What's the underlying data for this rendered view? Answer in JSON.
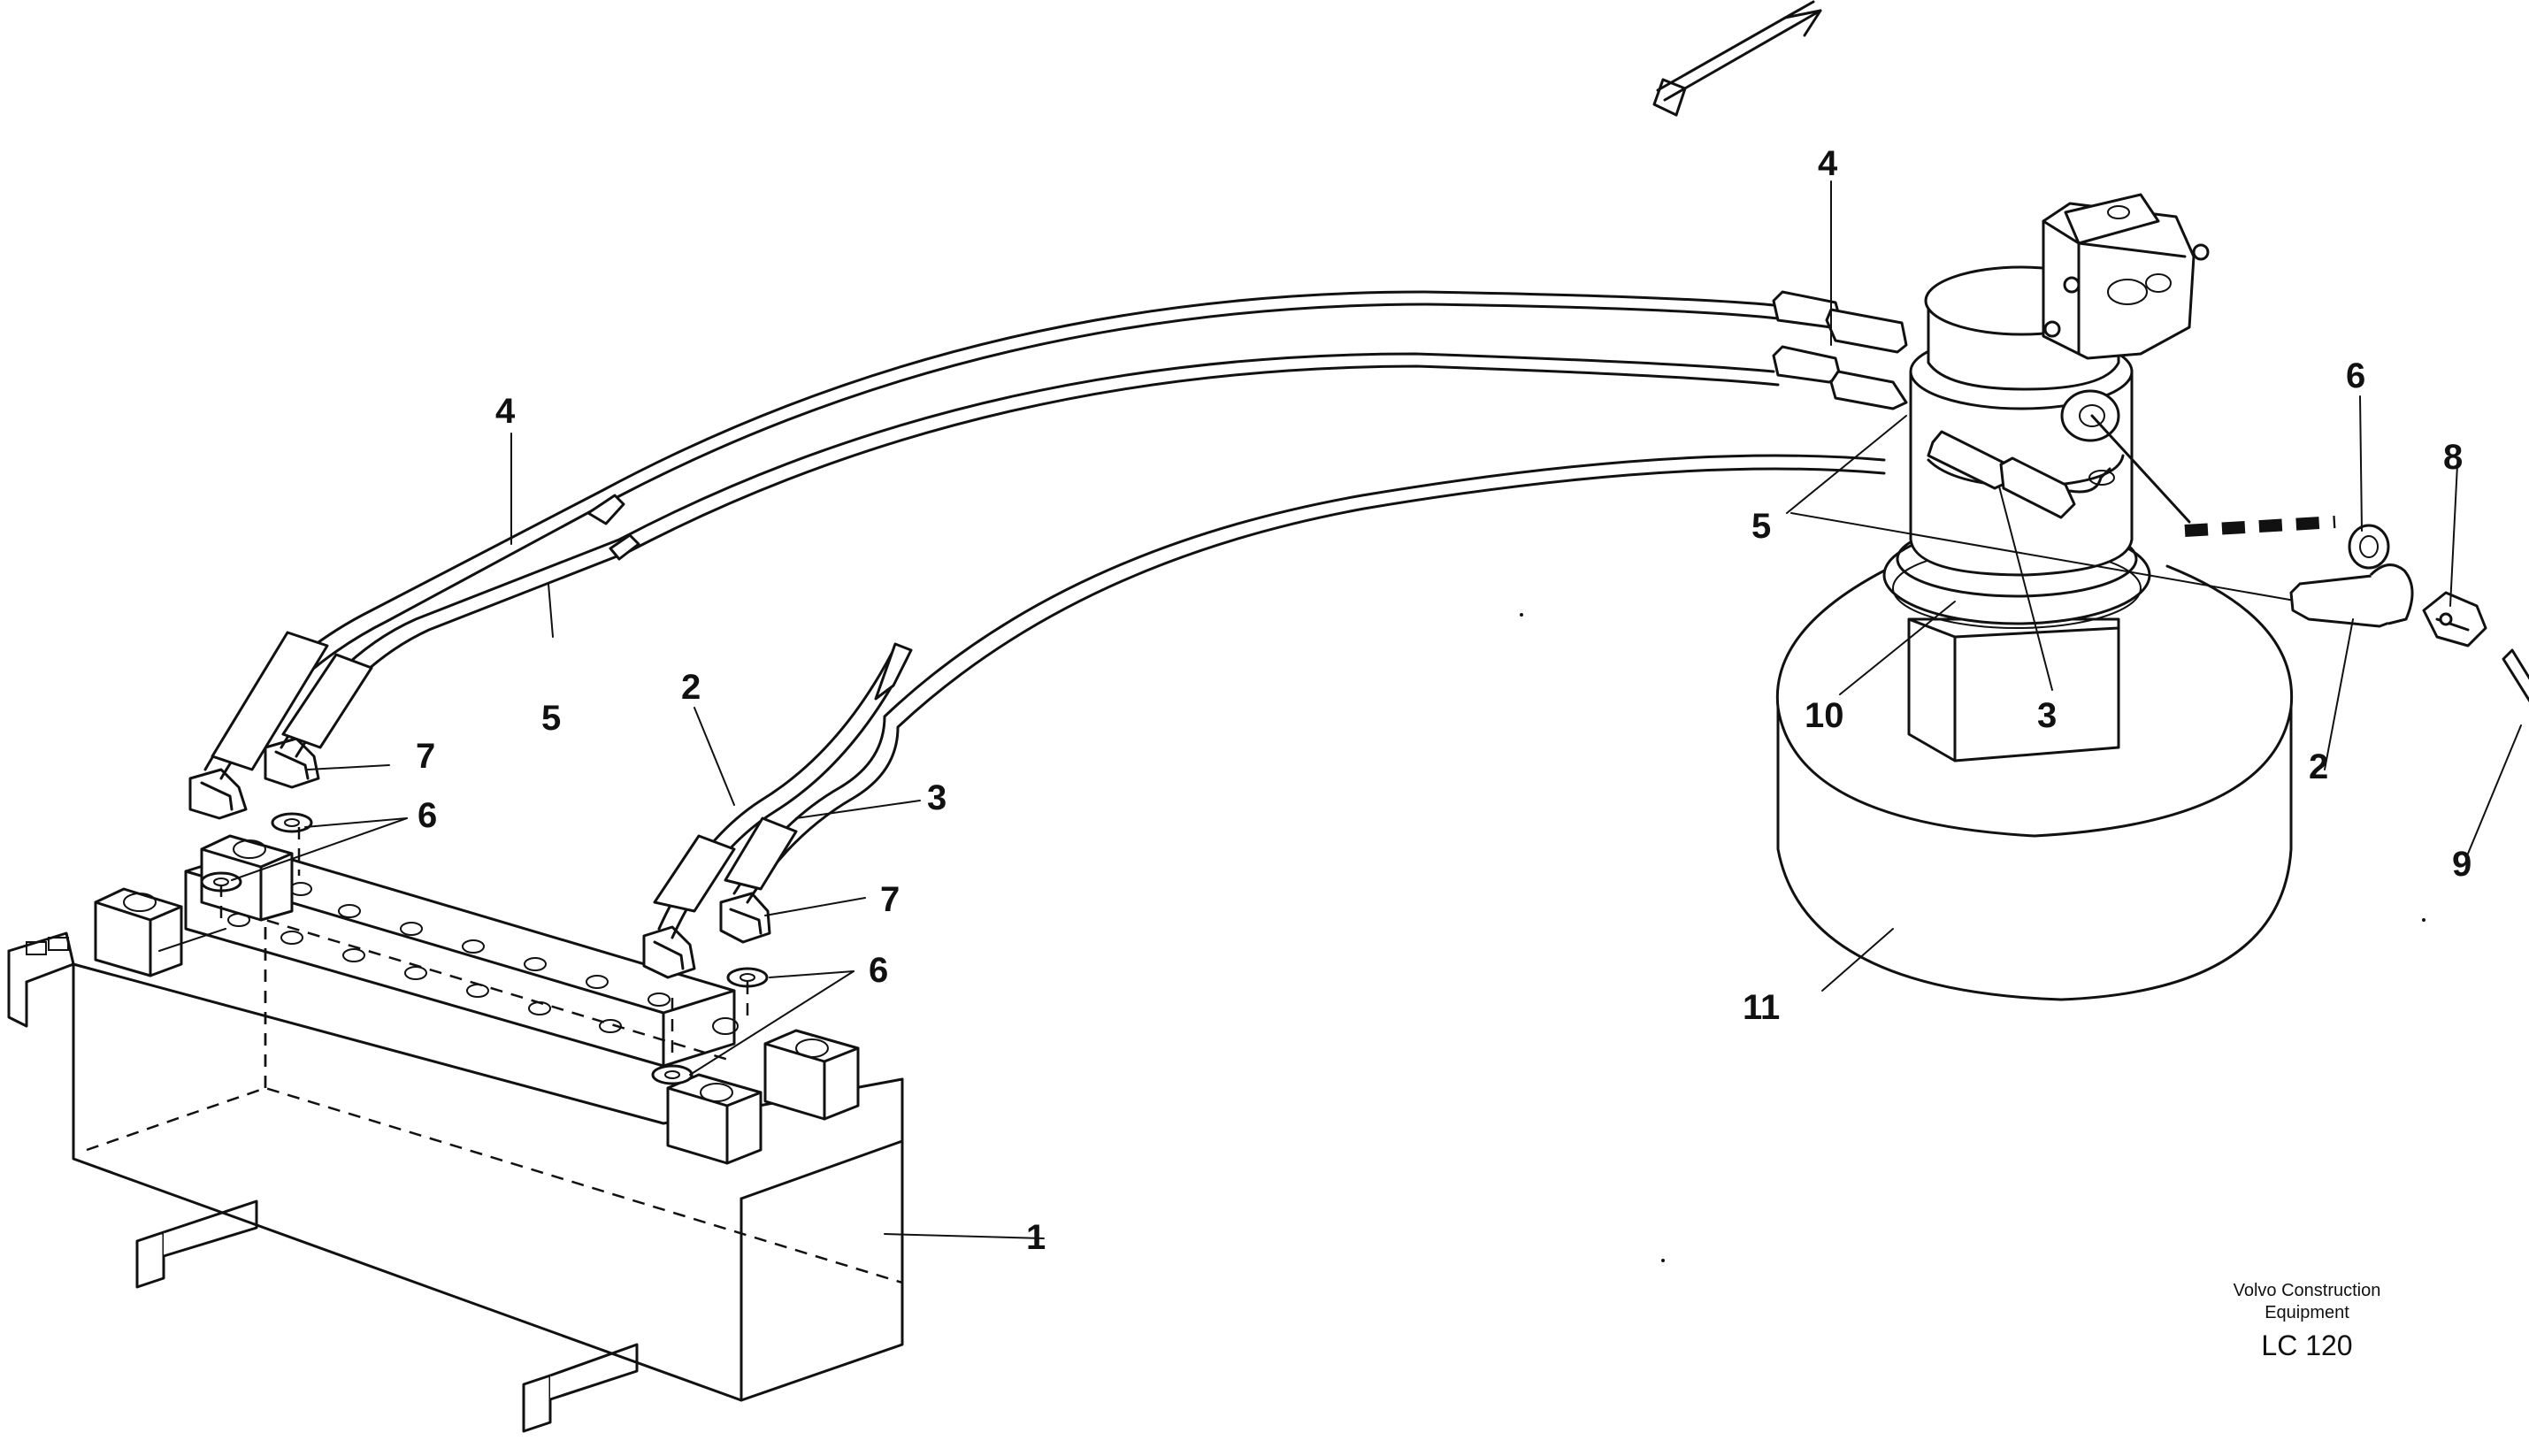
{
  "callouts": {
    "hose_4_left": "4",
    "hose_5_left": "5",
    "hose_2_mid": "2",
    "hose_3_mid": "3",
    "fitting_7_left": "7",
    "washer_6_left": "6",
    "fitting_7_mid": "7",
    "washer_6_mid": "6",
    "valve_1": "1",
    "hose_4_right": "4",
    "hose_5_right": "5",
    "washer_6_right": "6",
    "clamp_8": "8",
    "screw_9": "9",
    "hose_2_right": "2",
    "hose_3_right": "3",
    "ring_10": "10",
    "housing_11": "11"
  },
  "footer": {
    "brand_line1": "Volvo Construction",
    "brand_line2": "Equipment",
    "model": "LC 120"
  },
  "colors": {
    "ink": "#111111",
    "paper": "#ffffff"
  }
}
